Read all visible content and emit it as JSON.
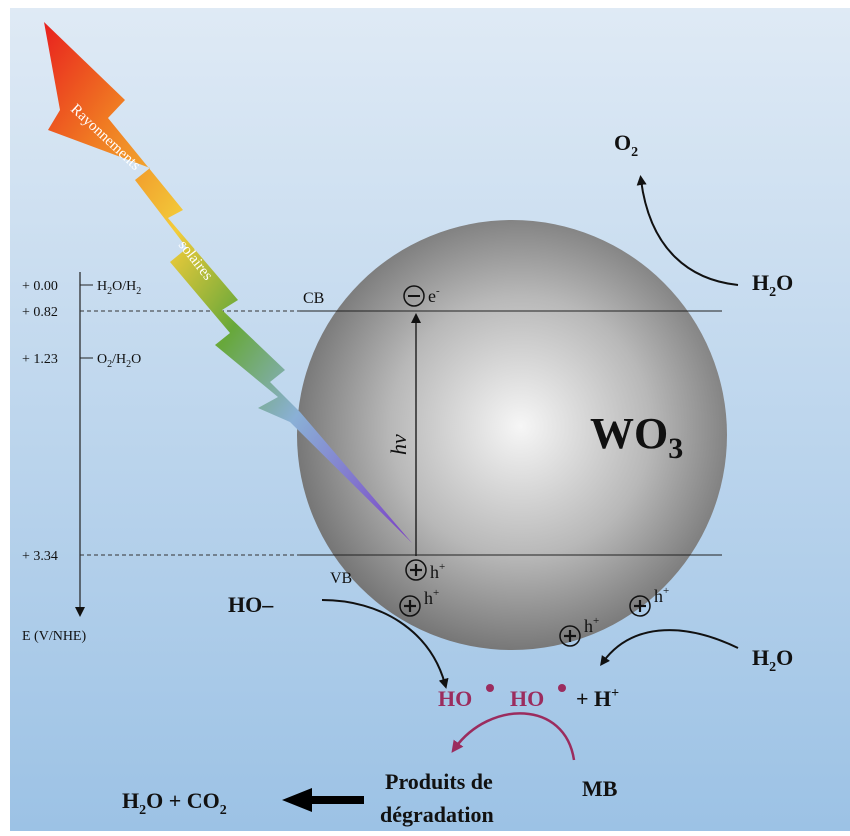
{
  "energy_axis": {
    "label": "E (V/NHE)",
    "levels": [
      {
        "value": "+ 0.00",
        "couple": "H",
        "couple_sub": "2",
        "couple_mid": "O/H",
        "couple_sub2": "2"
      },
      {
        "value": "+ 0.82"
      },
      {
        "value": "+ 1.23",
        "couple": "O",
        "couple_sub": "2",
        "couple_mid": "/H",
        "couple_sub2": "2",
        "couple_end": "O"
      },
      {
        "value": "+ 3.34"
      }
    ]
  },
  "bands": {
    "cb": "CB",
    "vb": "VB",
    "gap": "hν"
  },
  "particle": {
    "formula": "WO",
    "formula_sub": "3"
  },
  "light": {
    "line1": "Rayonnements",
    "line2": "solaires"
  },
  "charges": {
    "electron": "e",
    "electron_sup": "-",
    "hole": "h",
    "hole_sup": "+"
  },
  "species": {
    "o2": "O",
    "o2_sub": "2",
    "h2o": "H",
    "h2o_sub": "2",
    "h2o_end": "O",
    "hydroxide": "HO–",
    "radical": "HO",
    "plus_h": "+ H",
    "plus_h_sup": "+",
    "mb": "MB",
    "products_line1": "Produits de",
    "products_line2": "dégradation",
    "final_a": "H",
    "final_sub1": "2",
    "final_b": "O + CO",
    "final_sub2": "2"
  },
  "colors": {
    "bg_top": "#dce9f5",
    "bg_bottom": "#9dc3e6",
    "sphere_light": "#f4f4f4",
    "sphere_dark": "#6a6a6a",
    "radical": "#9b2c5e",
    "ink": "#111111"
  }
}
